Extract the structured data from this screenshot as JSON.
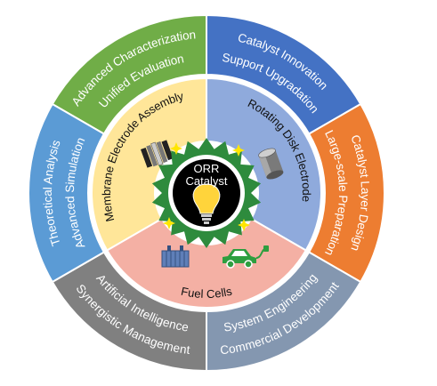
{
  "outer_ring": [
    {
      "id": "characterization",
      "color": "#70AD47",
      "lines": [
        "Advanced Characterization",
        "Unified Evaluation"
      ]
    },
    {
      "id": "catalyst",
      "color": "#4472C4",
      "lines": [
        "Catalyst Innovation",
        "Support Upgradation"
      ]
    },
    {
      "id": "layer",
      "color": "#ED7D31",
      "lines": [
        "Catalyst Layer Design",
        "Large-scale Preparation"
      ]
    },
    {
      "id": "system",
      "color": "#8497B0",
      "lines": [
        "System Engineering",
        "Commercial Development"
      ]
    },
    {
      "id": "ai",
      "color": "#808080",
      "lines": [
        "Artificial Intelligence",
        "Synergistic Management"
      ]
    },
    {
      "id": "theory",
      "color": "#5B9BD5",
      "lines": [
        "Theoretical Analysis",
        "Advanced Simulation"
      ]
    }
  ],
  "inner_ring": [
    {
      "id": "mea",
      "color": "#FFE699",
      "label": "Membrane Electrode Assembly"
    },
    {
      "id": "rde",
      "color": "#8FAADC",
      "label": "Rotating Disk Electrode"
    },
    {
      "id": "fuel",
      "color": "#F4B0A4",
      "label": "Fuel Cells"
    }
  ],
  "core": {
    "line1": "ORR",
    "line2": "Catalyst",
    "burst_color": "#2E8B3D",
    "bulb_color": "#FFD43B"
  },
  "icons": [
    "mea-stack-icon",
    "rde-cylinder-icon",
    "fuel-cell-stack-icon",
    "electric-car-icon"
  ]
}
